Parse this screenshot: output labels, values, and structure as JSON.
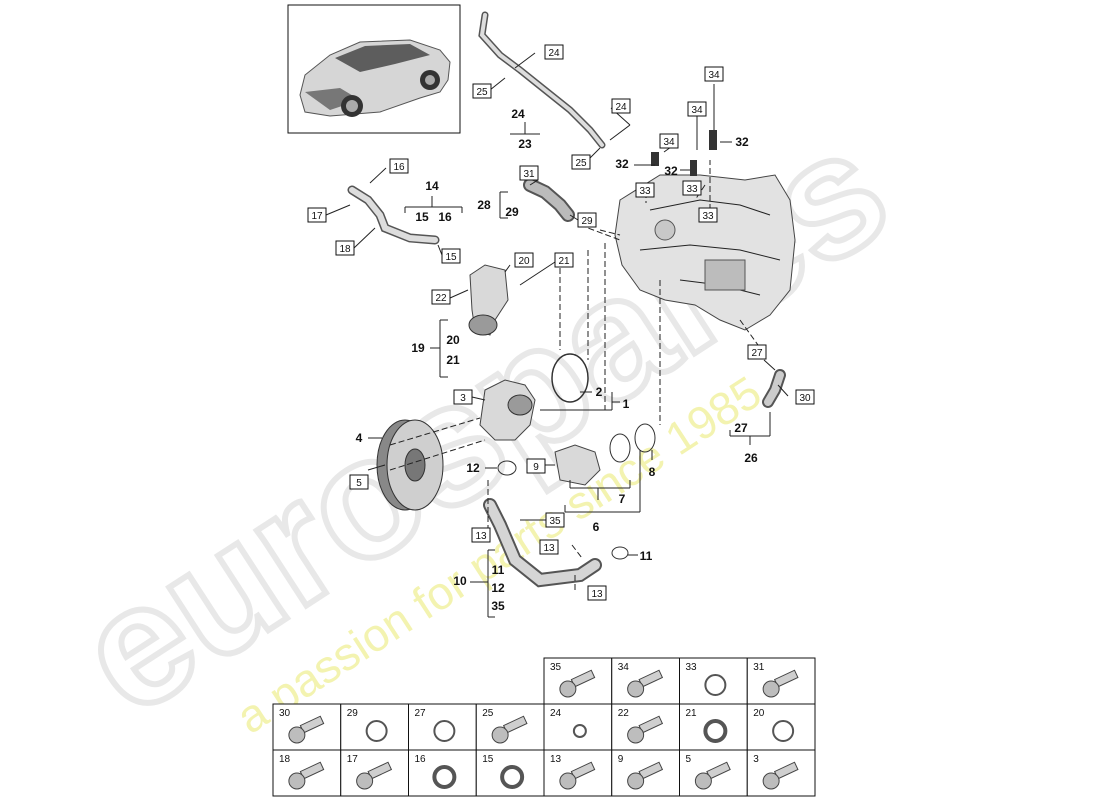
{
  "watermark": {
    "brand": "eurospares",
    "tagline": "a passion for parts since 1985"
  },
  "callouts": {
    "c24a": "24",
    "c25a": "25",
    "c24b": "24",
    "c25b": "25",
    "c34a": "34",
    "c34b": "34",
    "c34c": "34",
    "c32a": "32",
    "c32b": "32",
    "c32c": "32",
    "c33a": "33",
    "c33b": "33",
    "c33c": "33",
    "c16": "16",
    "c17": "17",
    "c18": "18",
    "c15": "15",
    "c31": "31",
    "c29": "29",
    "c20": "20",
    "c21": "21",
    "c22": "22",
    "c27": "27",
    "c30": "30",
    "c3": "3",
    "c5": "5",
    "c9": "9",
    "c13a": "13",
    "c35": "35",
    "c13b": "13",
    "c13c": "13"
  },
  "groups": {
    "g24": "24",
    "g23": "23",
    "g14": "14",
    "g15": "15",
    "g16": "16",
    "g28": "28",
    "g29": "29",
    "g19": "19",
    "g20": "20",
    "g21": "21",
    "g2": "2",
    "g1": "1",
    "g4": "4",
    "g12": "12",
    "g8": "8",
    "g7": "7",
    "g6": "6",
    "g11a": "11",
    "g10": "10",
    "g11b": "11",
    "g12b": "12",
    "g35": "35",
    "g27": "27",
    "g26": "26"
  },
  "parts_table": {
    "row1": [
      "35",
      "34",
      "33",
      "31"
    ],
    "row2": [
      "30",
      "29",
      "27",
      "25",
      "24",
      "22",
      "21",
      "20"
    ],
    "row3": [
      "18",
      "17",
      "16",
      "15",
      "13",
      "9",
      "5",
      "3"
    ]
  },
  "colors": {
    "watermark": "#e8e8e8",
    "watermark_tagline": "#f3f3a0",
    "line": "#222222"
  }
}
